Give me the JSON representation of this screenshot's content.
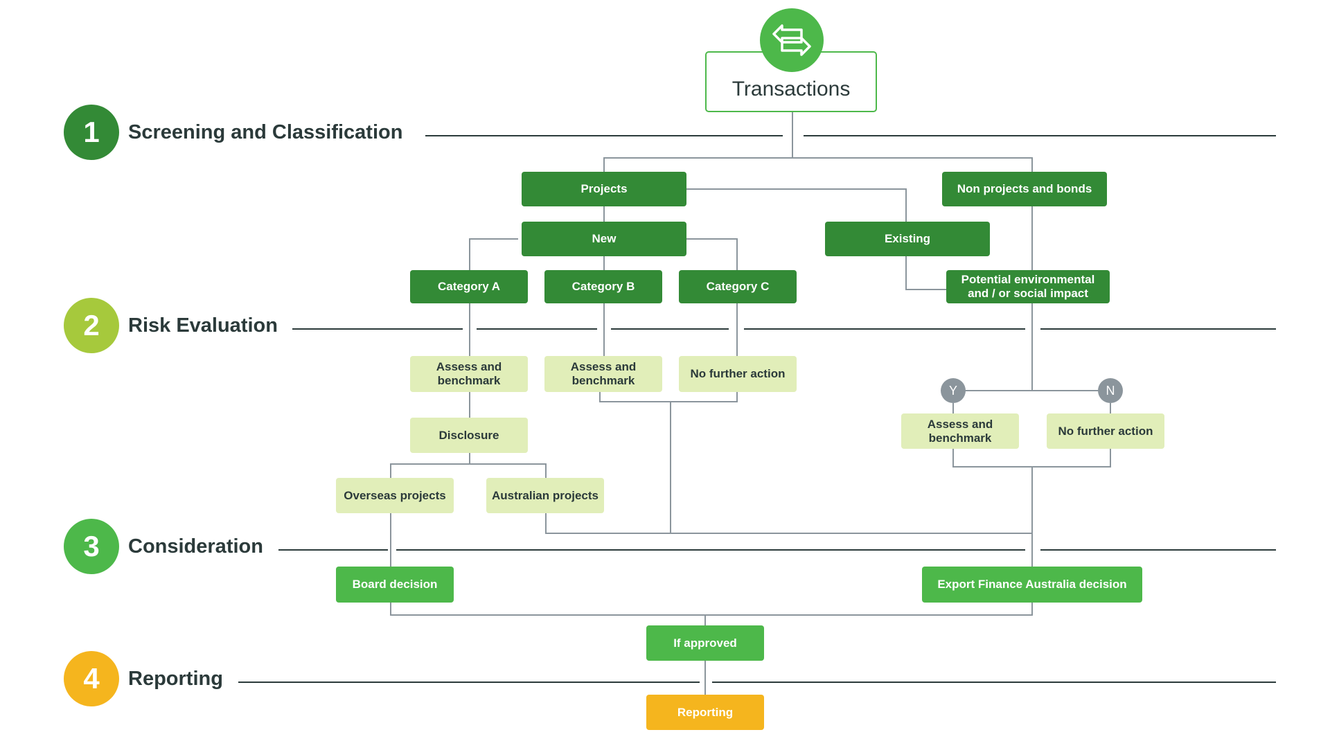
{
  "stages": [
    {
      "number": "1",
      "label": "Screening and Classification",
      "color": "#338a36"
    },
    {
      "number": "2",
      "label": "Risk Evaluation",
      "color": "#a6c93c"
    },
    {
      "number": "3",
      "label": "Consideration",
      "color": "#4db84a"
    },
    {
      "number": "4",
      "label": "Reporting",
      "color": "#f5b51e"
    }
  ],
  "root": {
    "label": "Transactions",
    "icon": "exchange-arrows-icon"
  },
  "nodes": {
    "projects": "Projects",
    "non_projects": "Non projects and bonds",
    "new": "New",
    "existing": "Existing",
    "category_a": "Category A",
    "category_b": "Category B",
    "category_c": "Category C",
    "potential_impact": "Potential environmental and / or social impact",
    "assess_a": "Assess and benchmark",
    "assess_b": "Assess and benchmark",
    "no_further_c": "No further action",
    "disclosure": "Disclosure",
    "overseas": "Overseas projects",
    "australian": "Australian projects",
    "yes": "Y",
    "no": "N",
    "assess_y": "Assess and benchmark",
    "no_further_n": "No further action",
    "board_decision": "Board decision",
    "efa_decision": "Export Finance Australia decision",
    "if_approved": "If approved",
    "reporting": "Reporting"
  }
}
